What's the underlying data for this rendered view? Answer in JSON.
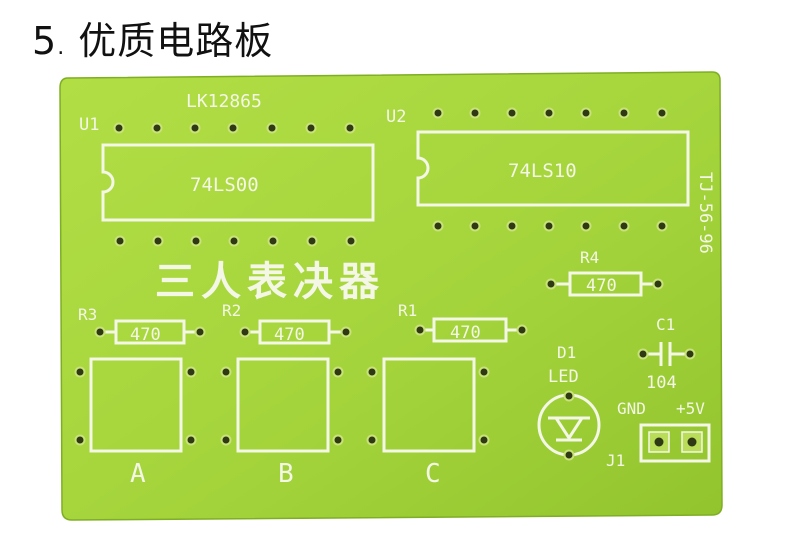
{
  "heading": {
    "number": "5",
    "separator": ".",
    "title": "优质电路板"
  },
  "board": {
    "colors": {
      "board": "#a6d63a",
      "board_dark": "#8fc12c",
      "silk": "#f4f6e6",
      "pad": "#2f3a14",
      "hole_ring": "#c9e27a"
    },
    "board_id": "LK12865",
    "side_code": "TJ-56-96",
    "title": "三人表决器",
    "chips": [
      {
        "ref": "U1",
        "part": "74LS00"
      },
      {
        "ref": "U2",
        "part": "74LS10"
      }
    ],
    "resistors": [
      {
        "ref": "R3",
        "value": "470"
      },
      {
        "ref": "R2",
        "value": "470"
      },
      {
        "ref": "R1",
        "value": "470"
      },
      {
        "ref": "R4",
        "value": "470"
      }
    ],
    "capacitor": {
      "ref": "C1",
      "value": "104"
    },
    "led": {
      "ref": "D1",
      "label": "LED"
    },
    "connector": {
      "ref": "J1",
      "pin1": "GND",
      "pin2": "+5V"
    },
    "buttons": [
      {
        "label": "A"
      },
      {
        "label": "B"
      },
      {
        "label": "C"
      }
    ]
  }
}
